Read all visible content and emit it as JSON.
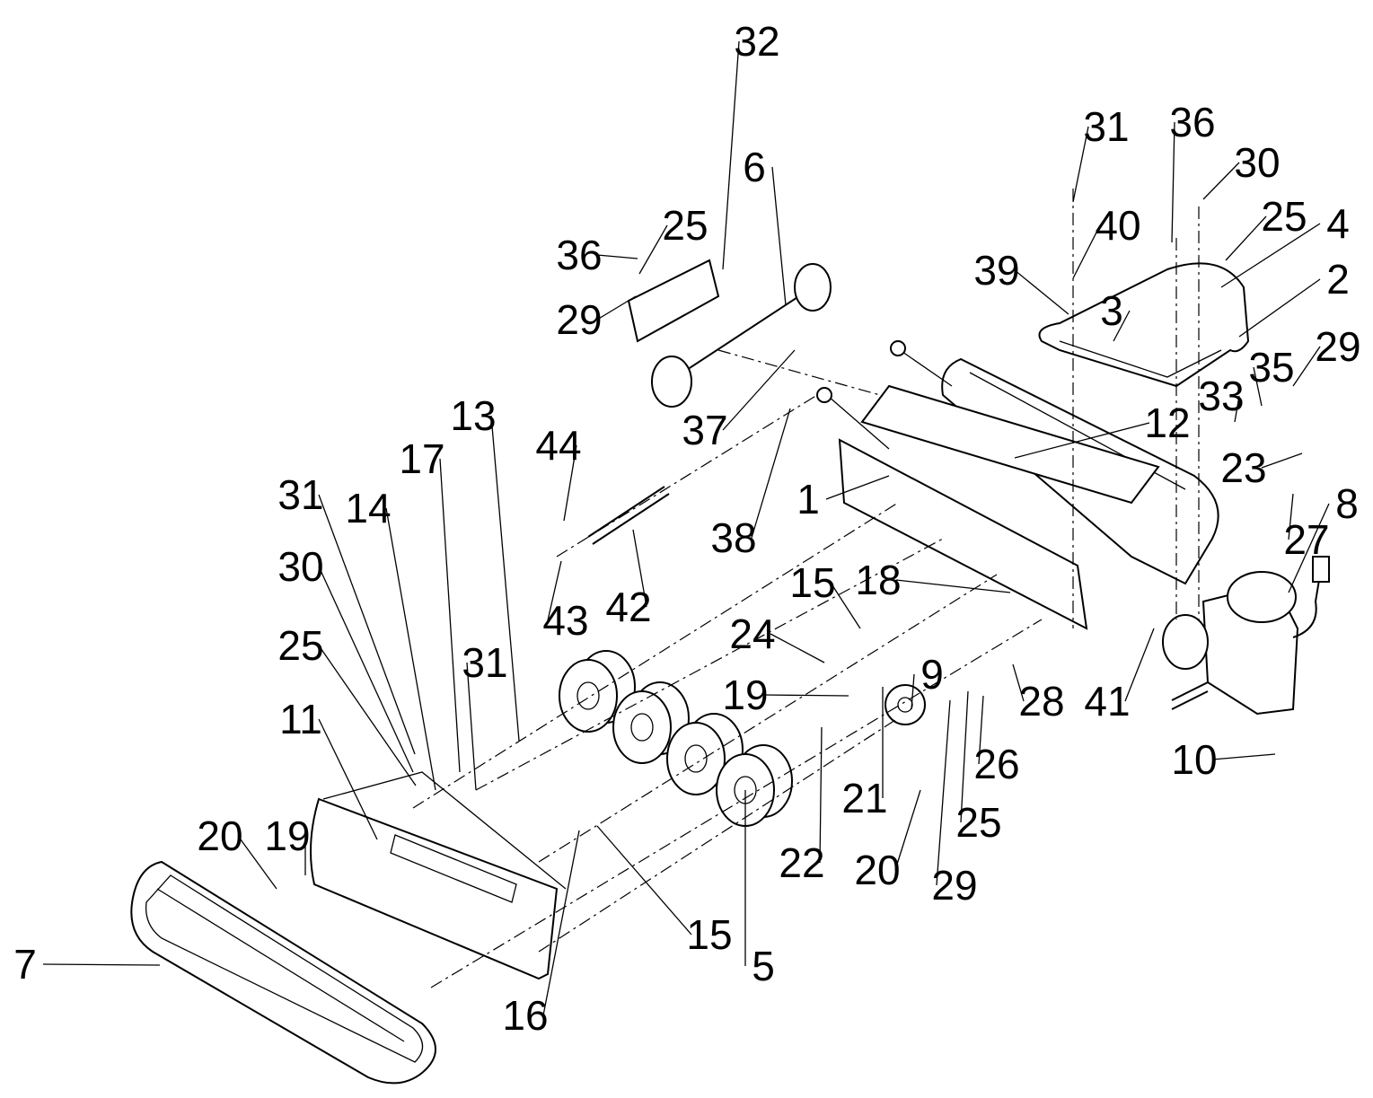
{
  "diagram": {
    "type": "exploded parts diagram",
    "callouts": [
      "32",
      "6",
      "36",
      "25",
      "29",
      "13",
      "44",
      "17",
      "31",
      "14",
      "30",
      "25",
      "31",
      "11",
      "20",
      "19",
      "7",
      "43",
      "42",
      "37",
      "38",
      "1",
      "15",
      "24",
      "18",
      "19",
      "9",
      "21",
      "22",
      "20",
      "25",
      "29",
      "26",
      "28",
      "41",
      "10",
      "8",
      "27",
      "23",
      "12",
      "33",
      "35",
      "29",
      "2",
      "4",
      "25",
      "30",
      "36",
      "31",
      "40",
      "39",
      "3",
      "15",
      "16",
      "5"
    ]
  }
}
